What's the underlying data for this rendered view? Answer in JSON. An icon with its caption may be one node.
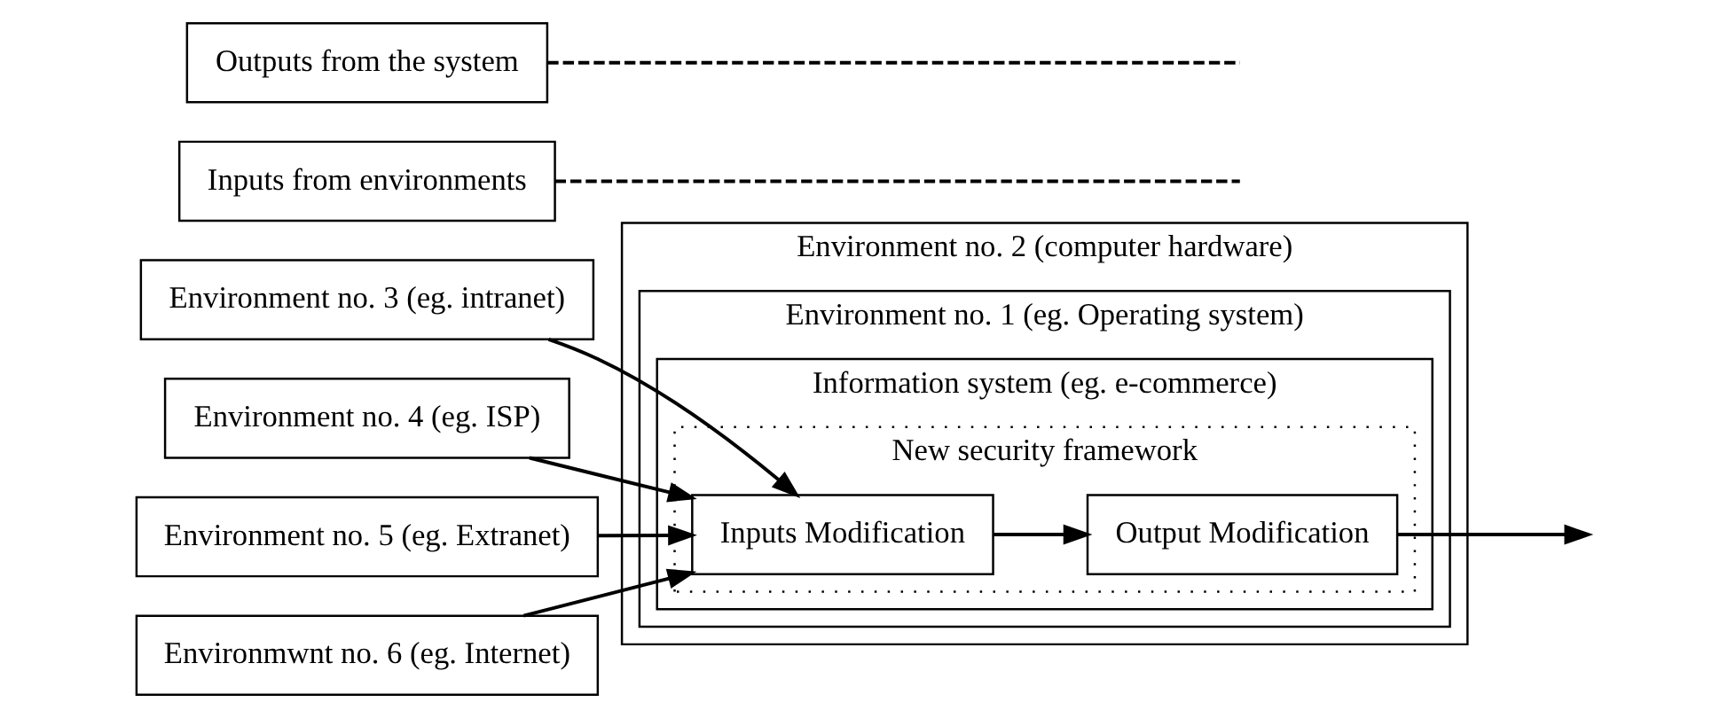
{
  "diagram": {
    "nodes": [
      {
        "text": [
          "Environment no. 2 (computer hardware)"
        ]
      },
      {
        "text": [
          "Environment no. 1 (eg. Operating system)"
        ],
        "in": 0
      },
      {
        "text": [
          "Information system (eg. e-commerce)"
        ],
        "in": 1
      },
      {
        "text": [
          "New security framework"
        ],
        "in": 2
      },
      {
        "text": [
          "Inputs Modification"
        ],
        "in": 3
      },
      {
        "text": [
          "Output Modification"
        ],
        "in": 3
      },
      {
        "text": [
          "Environment no. 3 (eg. intranet)"
        ]
      },
      {
        "text": [
          "Environment no. 4 (eg. ISP)"
        ]
      },
      {
        "text": [
          "Environment no. 5 (eg. Extranet)"
        ]
      },
      {
        "text": [
          "Environmwnt no. 6 (eg. Internet)"
        ]
      },
      {
        "text": [
          "Inputs from environments"
        ]
      },
      {
        "text": [
          "Outputs from the system"
        ]
      }
    ],
    "edges": [
      {
        "from": 6,
        "to": 4,
        "arrow": "to"
      },
      {
        "from": 7,
        "to": 4,
        "arrow": "to"
      },
      {
        "from": 8,
        "to": 4,
        "arrow": "to"
      },
      {
        "from": 9,
        "to": 4,
        "arrow": "to"
      },
      {
        "from": 4,
        "to": 5,
        "arrow": "to"
      },
      {
        "from": 5,
        "to": null,
        "arrow": "to"
      },
      {
        "from": 10,
        "to": null,
        "arrow": "none",
        "style": "dashed"
      },
      {
        "from": 11,
        "to": null,
        "arrow": "none",
        "style": "dashed"
      }
    ]
  }
}
